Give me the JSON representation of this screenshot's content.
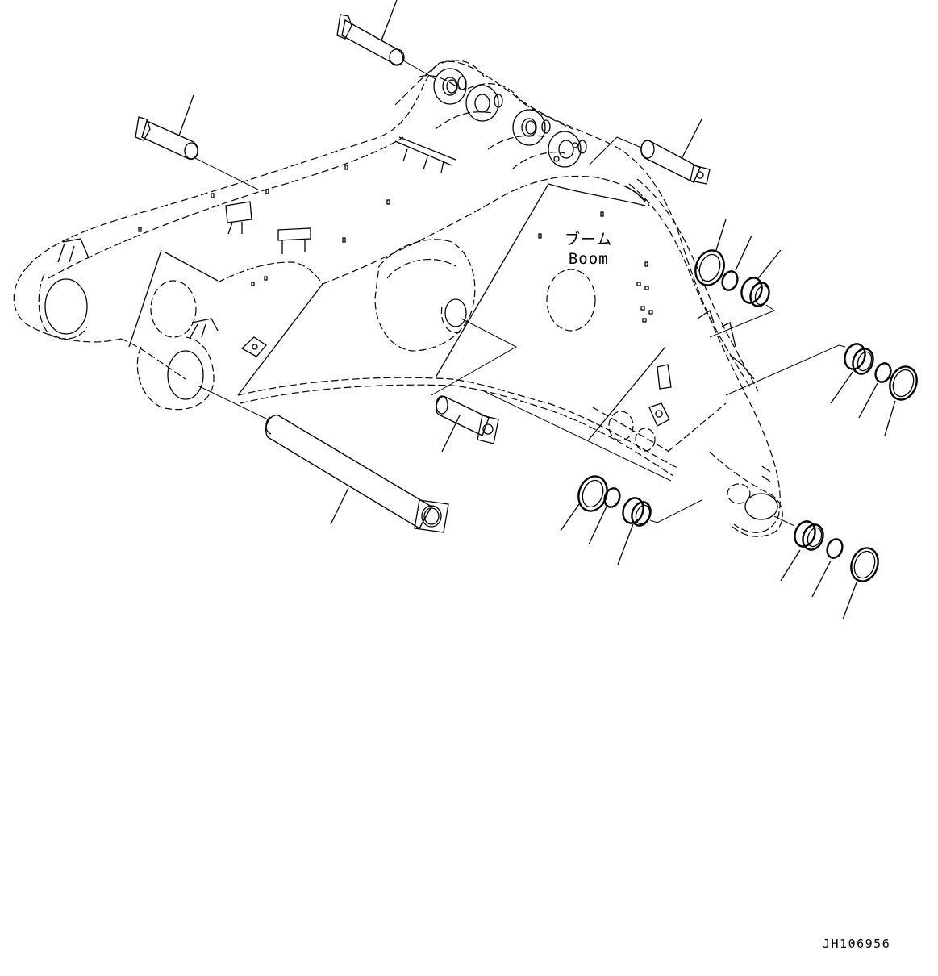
{
  "diagram": {
    "title_jp": "ブーム",
    "title_en": "Boom",
    "drawing_id": "JH106956",
    "type": "exploded parts view",
    "parts": [
      {
        "id": "pin-top-arm",
        "kind": "pin",
        "desc": "arm pin, top"
      },
      {
        "id": "pin-upper-left",
        "kind": "pin",
        "desc": "pin, upper left"
      },
      {
        "id": "pin-upper-right",
        "kind": "pin",
        "desc": "pin, upper right"
      },
      {
        "id": "pin-long-foot",
        "kind": "pin",
        "desc": "long boom foot pin"
      },
      {
        "id": "pin-center",
        "kind": "pin",
        "desc": "center cylinder pin"
      },
      {
        "id": "seal-set-right-upper",
        "kind": "seal-set",
        "items": [
          "shim",
          "o-ring",
          "bushing"
        ]
      },
      {
        "id": "seal-set-right-middle",
        "kind": "seal-set",
        "items": [
          "bushing",
          "o-ring",
          "shim"
        ]
      },
      {
        "id": "seal-set-lower-center",
        "kind": "seal-set",
        "items": [
          "shim",
          "o-ring",
          "bushing"
        ]
      },
      {
        "id": "seal-set-lower-right",
        "kind": "seal-set",
        "items": [
          "bushing",
          "o-ring",
          "shim"
        ]
      }
    ]
  }
}
